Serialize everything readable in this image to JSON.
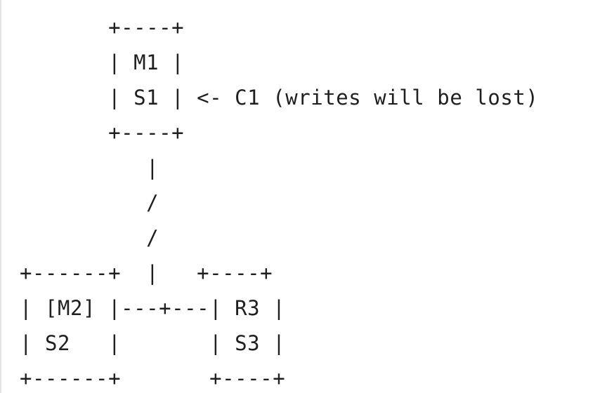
{
  "diagram": {
    "lines": [
      "       +----+",
      "       | M1 |",
      "       | S1 | <- C1 (writes will be lost)",
      "       +----+",
      "          |",
      "          /",
      "          /",
      "+------+  |   +----+",
      "| [M2] |---+---| R3 |",
      "| S2   |       | S3 |",
      "+------+       +----+"
    ]
  }
}
